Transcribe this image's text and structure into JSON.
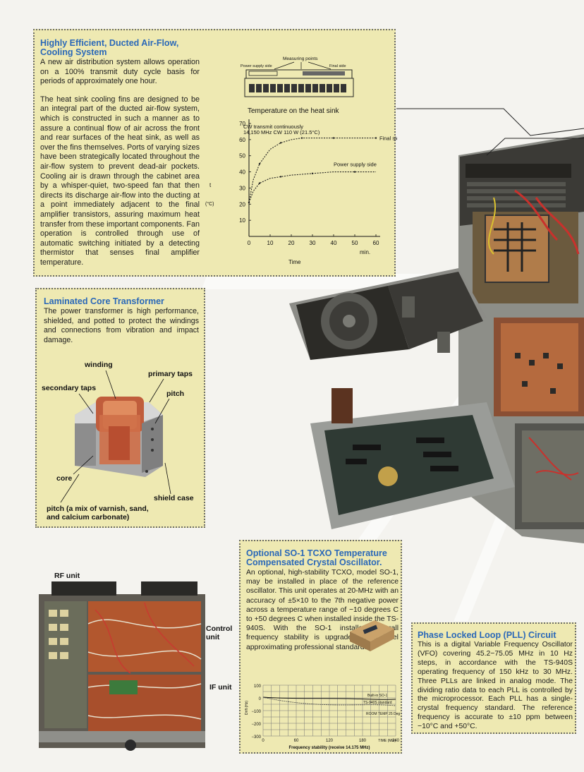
{
  "cooling": {
    "title": "Highly Efficient, Ducted Air-Flow, Cooling System",
    "p1": "A new air distribution system allows operation on a 100% transmit duty cycle basis for periods of approximately one hour.",
    "p2": "The heat sink cooling fins are designed to be an integral part of the ducted air-flow system, which is constructed in such a manner as to assure a continual flow of air across the front and rear surfaces of the heat sink, as well as over the fins themselves. Ports of varying sizes have been strategically located throughout the air-flow system to prevent dead-air pockets. Cooling air is drawn through the cabinet area by a whisper-quiet, two-speed fan that then directs its discharge air-flow into the ducting at a point immediately adjacent to the final amplifier transistors, assuring maximum heat transfer from these important components. Fan operation is controlled through use of automatic switching initiated by a detecting thermistor that senses final amplifier temperature.",
    "diagram": {
      "measuring_points": "Measuring points",
      "power_supply_side": "Power supply side",
      "final_side": "Final side"
    }
  },
  "chart_data": {
    "type": "line",
    "title": "Temperature on the heat sink",
    "annotation": "CW transmit continuously 14,150 MHz CW 110 W (21.5°C)",
    "xlabel": "Time",
    "ylabel": "t",
    "yunit": "(°C)",
    "xunit": "min.",
    "xlim": [
      0,
      60
    ],
    "ylim": [
      0,
      70
    ],
    "xticks": [
      0,
      10,
      20,
      30,
      40,
      50,
      60
    ],
    "yticks": [
      10,
      20,
      30,
      40,
      50,
      60,
      70
    ],
    "grid": false,
    "series": [
      {
        "name": "Final side",
        "x": [
          0,
          2,
          5,
          10,
          15,
          20,
          25,
          30,
          40,
          50,
          60
        ],
        "y": [
          21,
          35,
          45,
          54,
          58,
          60,
          61,
          61,
          61,
          61,
          61
        ]
      },
      {
        "name": "Power supply side",
        "x": [
          0,
          2,
          5,
          10,
          15,
          20,
          30,
          40,
          50,
          60
        ],
        "y": [
          21,
          28,
          33,
          36,
          37,
          38,
          39,
          40,
          40,
          40
        ]
      }
    ]
  },
  "transformer": {
    "title": "Laminated Core Transformer",
    "text": "The power transformer is high performance, shielded, and potted to protect the windings and connections from vibration and impact damage.",
    "labels": {
      "winding": "winding",
      "primary_taps": "primary taps",
      "secondary_taps": "secondary taps",
      "pitch": "pitch",
      "core": "core",
      "shield_case": "shield case",
      "pitch_note": "pitch (a mix of varnish, sand, and calcium carbonate)"
    }
  },
  "tcxo": {
    "title": "Optional SO-1 TCXO Temperature Compensated Crystal Oscillator.",
    "text": "An optional, high-stability TCXO, model SO-1, may be installed in place of the reference oscillator. This unit operates at 20-MHz with an accuracy of ±5×10 to the 7th negative power across a temperature range of −10 degrees C to +50 degrees C when installed inside the TS-940S. With the SO-1 installed, overall frequency stability is upgraded to a level approximating professional standards.",
    "mini_chart": {
      "xlabel": "Frequency stability (receive 14.175 MHz)",
      "ylabel": "Drift (Hz)",
      "yticks": [
        "100",
        "0",
        "−100",
        "−200",
        "−300"
      ],
      "xticks": [
        "0",
        "60",
        "120",
        "180",
        "240"
      ],
      "xunit": "TIME (Min)",
      "notes": [
        "Built-in SO-1",
        "TS-940S standard",
        "ROOM TEMP 25 Deg C"
      ]
    }
  },
  "pll": {
    "title": "Phase Locked Loop (PLL) Circuit",
    "text": "This is a digital Variable Frequency Oscillator (VFO) covering 45.2−75.05 MHz in 10 Hz steps, in accordance with the TS-940S operating frequency of 150 kHz to 30 MHz. Three PLLs are linked in analog mode. The dividing ratio data to each PLL is controlled by the microprocessor. Each PLL has a single-crystal frequency standard. The reference frequency is accurate to ±10 ppm between −10°C and +50°C."
  },
  "radio_labels": {
    "rf_unit": "RF unit",
    "control_unit": "Control unit",
    "if_unit": "IF unit"
  }
}
